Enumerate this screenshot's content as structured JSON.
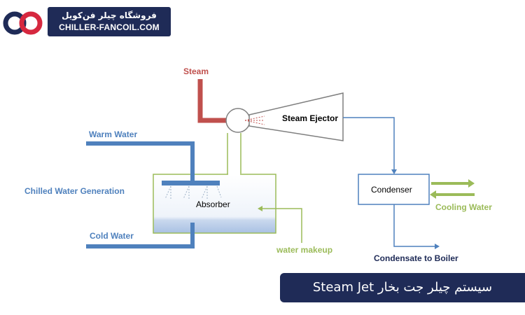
{
  "logo": {
    "text_fa": "فروشگاه چیلر فن‌کویل",
    "text_en": "CHILLER-FANCOIL.COM"
  },
  "diagram": {
    "labels": {
      "steam": "Steam",
      "steam_ejector": "Steam Ejector",
      "warm_water": "Warm Water",
      "chilled_water_generation": "Chilled Water Generation",
      "absorber": "Absorber",
      "cold_water": "Cold Water",
      "condenser": "Condenser",
      "cooling_water": "Cooling Water",
      "water_makeup": "water makeup",
      "condensate_to_boiler": "Condensate to Boiler"
    },
    "colors": {
      "steam": "#c0504d",
      "water": "#4f81bd",
      "makeup": "#9bbb59",
      "outline": "#7f7f7f",
      "text_dark": "#1f2b57"
    }
  },
  "banner": {
    "title": "سیستم چیلر جت بخار Steam Jet"
  }
}
